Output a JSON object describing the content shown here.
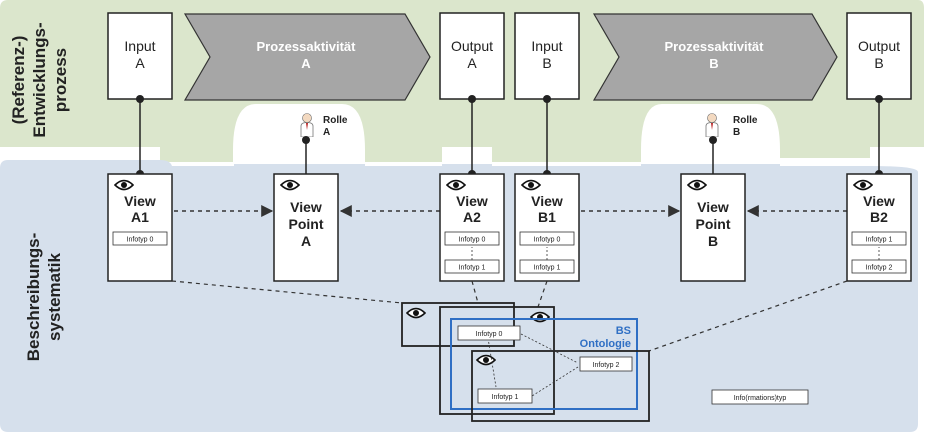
{
  "top_band": {
    "label_line1": "(Referenz-)",
    "label_line2": "Entwicklungs-",
    "label_line3": "prozess",
    "color": "#dbe6cc"
  },
  "bottom_band": {
    "label_line1": "Beschreibungs-",
    "label_line2": "systematik",
    "color": "#d6e0ec"
  },
  "process": {
    "input_a": [
      "Input",
      "A"
    ],
    "activity_a": [
      "Prozessaktivität",
      "A"
    ],
    "output_a": [
      "Output",
      "A"
    ],
    "input_b": [
      "Input",
      "B"
    ],
    "activity_b": [
      "Prozessaktivität",
      "B"
    ],
    "output_b": [
      "Output",
      "B"
    ],
    "role_a": [
      "Rolle",
      "A"
    ],
    "role_b": [
      "Rolle",
      "B"
    ]
  },
  "views": {
    "a1": [
      "View",
      "A1"
    ],
    "vp_a": [
      "View",
      "Point",
      "A"
    ],
    "a2": [
      "View",
      "A2"
    ],
    "b1": [
      "View",
      "B1"
    ],
    "vp_b": [
      "View",
      "Point",
      "B"
    ],
    "b2": [
      "View",
      "B2"
    ]
  },
  "infotypes": {
    "a1_0": "Infotyp 0",
    "a2_0": "Infotyp 0",
    "a2_1": "Infotyp 1",
    "b1_0": "Infotyp 0",
    "b1_1": "Infotyp 1",
    "b2_1": "Infotyp 1",
    "b2_2": "Infotyp 2"
  },
  "ontology": {
    "label_line1": "BS",
    "label_line2": "Ontologie",
    "color": "#2f6fc4",
    "infotyp0": "Infotyp 0",
    "infotyp1": "Infotyp 1",
    "infotyp2": "Infotyp 2"
  },
  "legend": {
    "label": "Info(rmations)typ"
  },
  "colors": {
    "arrow_fill": "#a6a6a6",
    "box_border": "#222222"
  }
}
